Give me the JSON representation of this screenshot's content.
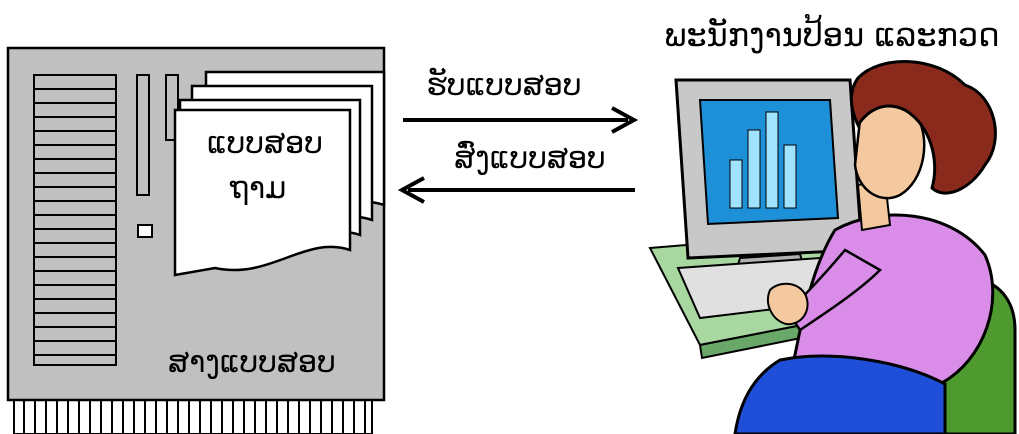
{
  "diagram": {
    "worker_label": "ພະນັກງານປ້ອນ ແລະກວດ",
    "top_arrow_label": "ຮັບແບບສອບ",
    "bottom_arrow_label": "ສົ່ງແບບສອບ",
    "document_label_line1": "ແບບສອບ",
    "document_label_line2": "ຖາມ",
    "storage_label": "ສາງແບບສອບ"
  },
  "colors": {
    "cabinet_fill": "#c0c0c0",
    "monitor_screen": "#1e90d8",
    "sweater": "#d98de8",
    "hair": "#8a2a1c",
    "chair": "#4f9a2e",
    "desk": "#a8d8a0",
    "skin": "#f5c9a0"
  }
}
